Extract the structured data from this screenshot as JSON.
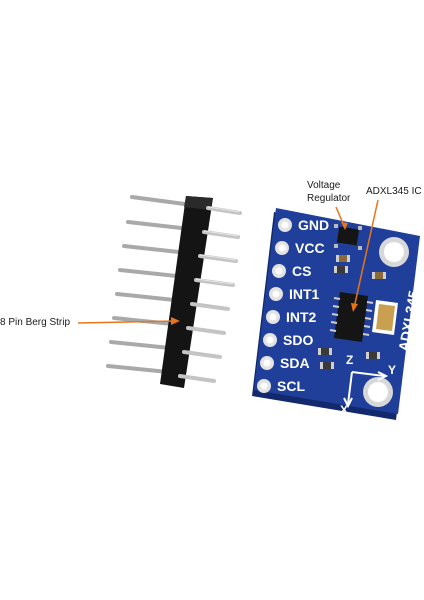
{
  "callouts": {
    "voltage_regulator_line1": "Voltage",
    "voltage_regulator_line2": "Regulator",
    "adxl_ic": "ADXL345 IC",
    "berg_strip": "8 Pin Berg Strip"
  },
  "board": {
    "chip_label": "ADXL345",
    "pins": [
      "GND",
      "VCC",
      "CS",
      "INT1",
      "INT2",
      "SDO",
      "SDA",
      "SCL"
    ],
    "axis_x": "X",
    "axis_y": "Y",
    "axis_z": "Z"
  },
  "colors": {
    "pcb_blue": "#1f3f9a",
    "pcb_edge": "#142c72",
    "header_black": "#111111",
    "pin_silver": "#b9b9b9",
    "arrow_orange": "#e8741a",
    "chip_black": "#151515",
    "capacitor_tan": "#c8a050"
  }
}
